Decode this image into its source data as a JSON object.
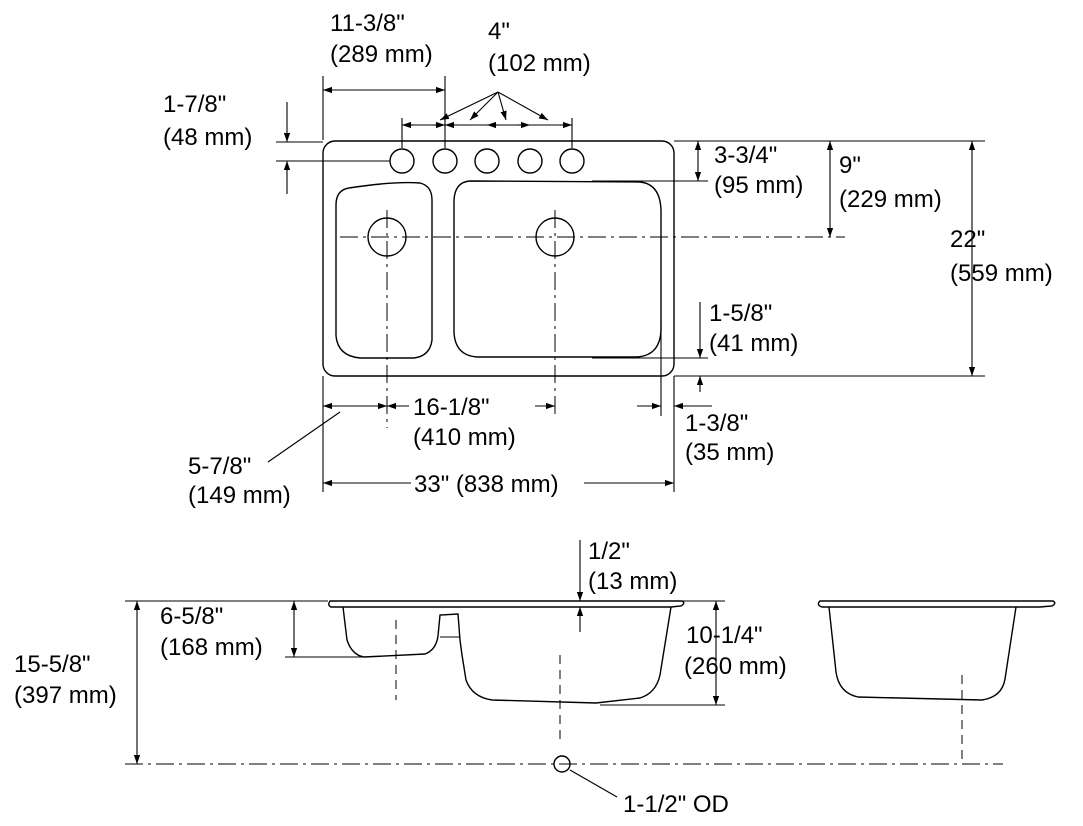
{
  "top_view": {
    "faucet_offset": {
      "in": "11-3/8\"",
      "mm": "(289 mm)"
    },
    "hole_spacing": {
      "in": "4\"",
      "mm": "(102 mm)"
    },
    "deck_to_hole": {
      "in": "1-7/8\"",
      "mm": "(48 mm)"
    },
    "hole_to_bowl": {
      "in": "3-3/4\"",
      "mm": "(95 mm)"
    },
    "drain_from_back": {
      "in": "9\"",
      "mm": "(229 mm)"
    },
    "overall_depth": {
      "in": "22\"",
      "mm": "(559 mm)"
    },
    "front_rim": {
      "in": "1-5/8\"",
      "mm": "(41 mm)"
    },
    "drain_spacing": {
      "in": "16-1/8\"",
      "mm": "(410 mm)"
    },
    "side_rim": {
      "in": "1-3/8\"",
      "mm": "(35 mm)"
    },
    "left_drain_offset": {
      "in": "5-7/8\"",
      "mm": "(149 mm)"
    },
    "overall_width": "33\" (838 mm)"
  },
  "section_view": {
    "rim_thickness": {
      "in": "1/2\"",
      "mm": "(13 mm)"
    },
    "small_bowl_depth": {
      "in": "6-5/8\"",
      "mm": "(168 mm)"
    },
    "large_bowl_depth": {
      "in": "10-1/4\"",
      "mm": "(260 mm)"
    },
    "outlet_height": {
      "in": "15-5/8\"",
      "mm": "(397 mm)"
    },
    "outlet_od": "1-1/2\" OD"
  }
}
